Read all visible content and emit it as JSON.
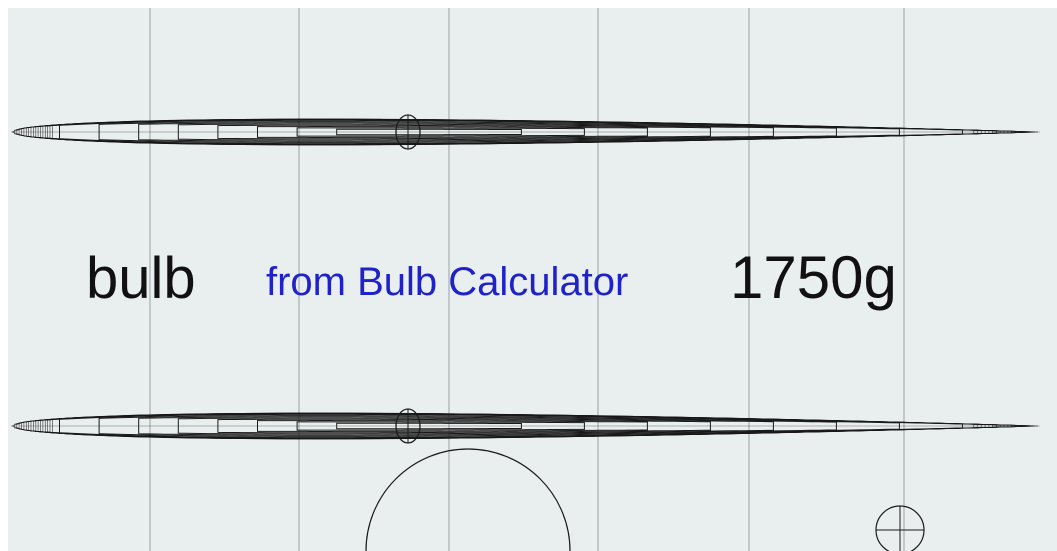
{
  "colors": {
    "paper": "#e9eeee",
    "border": "#ffffff",
    "grid": "#9aa3a6",
    "contour": "#1a1a1a",
    "source_text": "#1e22c8",
    "label_text": "#111111"
  },
  "labels": {
    "part": "bulb",
    "source": "from Bulb Calculator",
    "mass": "1750g"
  }
}
